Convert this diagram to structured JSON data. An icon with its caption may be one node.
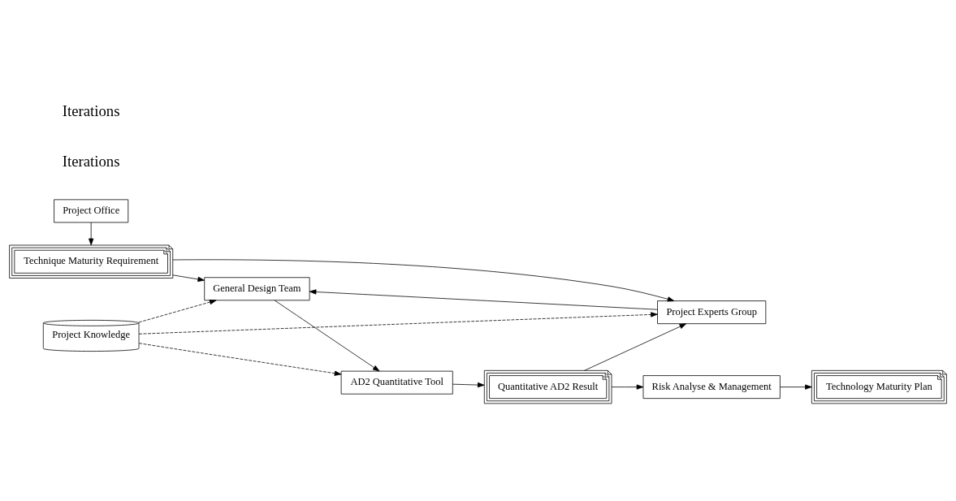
{
  "diagram": {
    "nodes": [
      {
        "text": [
          "Project Office"
        ]
      },
      {
        "text": [
          "Technique Maturity Requirement"
        ]
      },
      {
        "text": [
          "General Design Team"
        ]
      },
      {
        "text": [
          "Project Experts Group"
        ]
      },
      {
        "text": [
          "AD2 Quantitative Tool"
        ]
      },
      {
        "text": [
          "Quantitative AD2 Result"
        ]
      },
      {
        "text": [
          "Risk Analyse & Management"
        ]
      },
      {
        "text": [
          "Technology Maturity Plan"
        ]
      },
      {
        "text": [
          "Project Knowledge"
        ]
      }
    ],
    "edges": [
      {
        "from": 0,
        "to": 1,
        "arrow": "to"
      },
      {
        "from": 1,
        "to": 3,
        "arrow": "to"
      },
      {
        "from": 1,
        "to": 2,
        "arrow": "to"
      },
      {
        "from": 3,
        "to": 2,
        "arrow": "to"
      },
      {
        "from": 2,
        "to": 4,
        "arrow": "to"
      },
      {
        "from": 4,
        "to": 5,
        "arrow": "to"
      },
      {
        "from": 5,
        "to": 3,
        "arrow": "to"
      },
      {
        "from": 5,
        "to": 6,
        "arrow": "to"
      },
      {
        "from": 6,
        "to": 7,
        "arrow": "to"
      },
      {
        "from": 8,
        "to": 2,
        "arrow": "to",
        "style": "dashed"
      },
      {
        "from": 8,
        "to": 3,
        "arrow": "to",
        "style": "dashed"
      },
      {
        "from": 8,
        "to": 4,
        "arrow": "to",
        "style": "dashed"
      }
    ],
    "labels": [
      "Iterations",
      "Iterations"
    ]
  }
}
